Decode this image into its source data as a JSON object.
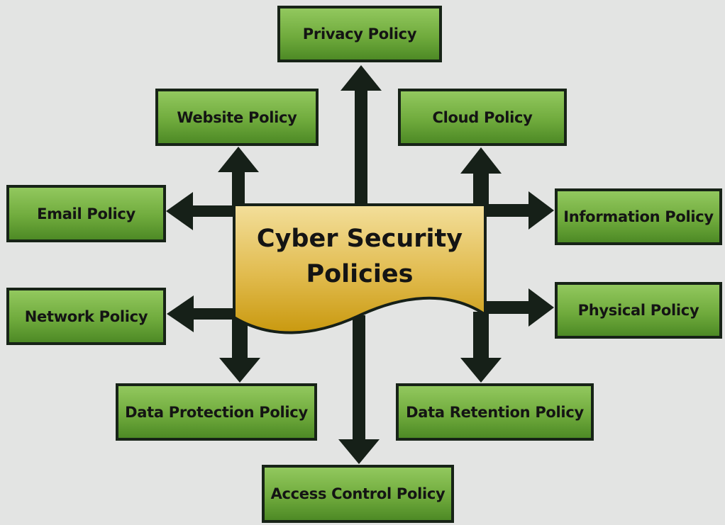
{
  "center": {
    "line1": "Cyber Security",
    "line2": "Policies"
  },
  "policies": {
    "privacy": "Privacy Policy",
    "website": "Website Policy",
    "cloud": "Cloud Policy",
    "email": "Email Policy",
    "information": "Information Policy",
    "network": "Network Policy",
    "physical": "Physical Policy",
    "data_protection": "Data Protection Policy",
    "data_retention": "Data Retention Policy",
    "access_control": "Access Control Policy"
  },
  "colors": {
    "background": "#e3e4e3",
    "box_green": "#70ab3d",
    "center_gold": "#d8ad2c",
    "arrow": "#162018"
  }
}
